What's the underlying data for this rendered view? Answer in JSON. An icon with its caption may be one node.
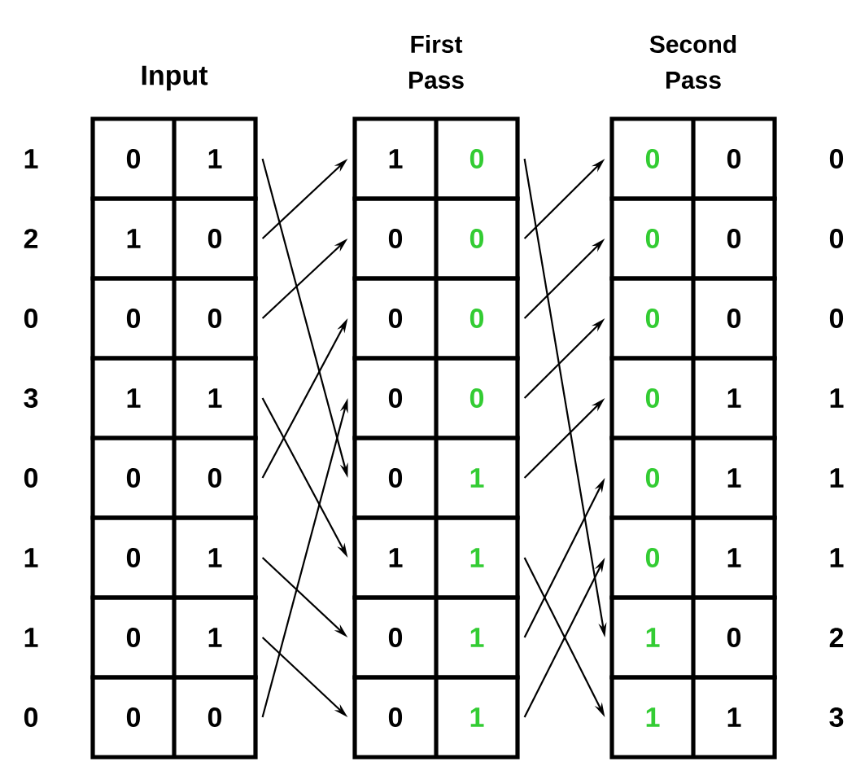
{
  "diagram": {
    "nodes": [
      {
        "text": [
          "0",
          "1"
        ]
      },
      {
        "text": [
          "1",
          "0"
        ]
      },
      {
        "text": [
          "0",
          "0"
        ]
      },
      {
        "text": [
          "1",
          "1"
        ]
      },
      {
        "text": [
          "0",
          "0"
        ]
      },
      {
        "text": [
          "0",
          "1"
        ]
      },
      {
        "text": [
          "0",
          "1"
        ]
      },
      {
        "text": [
          "0",
          "0"
        ]
      },
      {
        "text": [
          "1",
          "0"
        ]
      },
      {
        "text": [
          "0",
          "0"
        ]
      },
      {
        "text": [
          "0",
          "0"
        ]
      },
      {
        "text": [
          "0",
          "0"
        ]
      },
      {
        "text": [
          "0",
          "1"
        ]
      },
      {
        "text": [
          "1",
          "1"
        ]
      },
      {
        "text": [
          "0",
          "1"
        ]
      },
      {
        "text": [
          "0",
          "1"
        ]
      },
      {
        "text": [
          "0",
          "0"
        ]
      },
      {
        "text": [
          "0",
          "0"
        ]
      },
      {
        "text": [
          "0",
          "0"
        ]
      },
      {
        "text": [
          "0",
          "1"
        ]
      },
      {
        "text": [
          "0",
          "1"
        ]
      },
      {
        "text": [
          "0",
          "1"
        ]
      },
      {
        "text": [
          "1",
          "0"
        ]
      },
      {
        "text": [
          "1",
          "1"
        ]
      }
    ],
    "edges": [
      {
        "from": 0,
        "to": 12,
        "arrow": "to"
      },
      {
        "from": 1,
        "to": 8,
        "arrow": "to"
      },
      {
        "from": 2,
        "to": 9,
        "arrow": "to"
      },
      {
        "from": 3,
        "to": 13,
        "arrow": "to"
      },
      {
        "from": 4,
        "to": 10,
        "arrow": "to"
      },
      {
        "from": 5,
        "to": 14,
        "arrow": "to"
      },
      {
        "from": 6,
        "to": 15,
        "arrow": "to"
      },
      {
        "from": 7,
        "to": 11,
        "arrow": "to"
      },
      {
        "from": 8,
        "to": 22,
        "arrow": "to"
      },
      {
        "from": 9,
        "to": 16,
        "arrow": "to"
      },
      {
        "from": 10,
        "to": 17,
        "arrow": "to"
      },
      {
        "from": 11,
        "to": 18,
        "arrow": "to"
      },
      {
        "from": 12,
        "to": 19,
        "arrow": "to"
      },
      {
        "from": 13,
        "to": 23,
        "arrow": "to"
      },
      {
        "from": 14,
        "to": 20,
        "arrow": "to"
      },
      {
        "from": 15,
        "to": 21,
        "arrow": "to"
      }
    ],
    "labels": [
      "Input",
      "First Pass",
      "Second Pass",
      "1",
      "2",
      "0",
      "3",
      "0",
      "1",
      "1",
      "0",
      "0",
      "0",
      "0",
      "1",
      "1",
      "1",
      "2",
      "3"
    ]
  }
}
